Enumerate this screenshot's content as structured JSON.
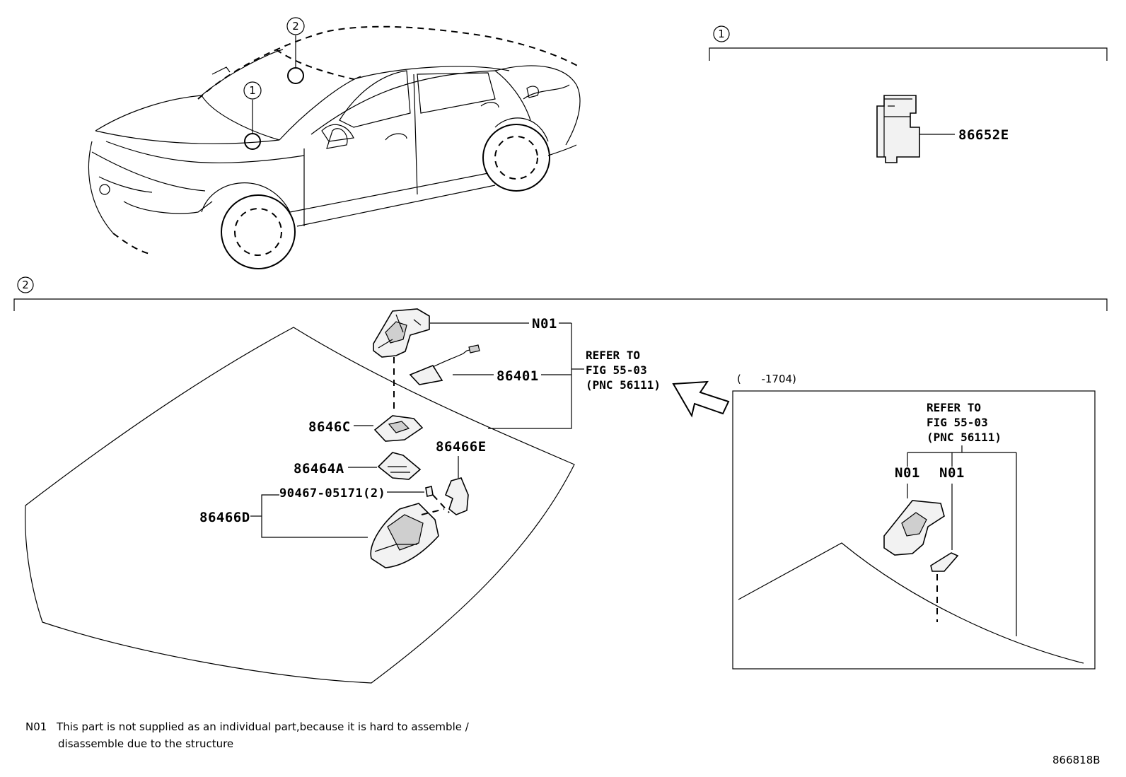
{
  "callouts": {
    "c1": "1",
    "c2": "2"
  },
  "sections": {
    "one": {
      "index": "1",
      "part": "86652E"
    },
    "two": {
      "index": "2"
    }
  },
  "parts": {
    "n01_top": "N01",
    "p86401": "86401",
    "p8646C": "8646C",
    "p86464A": "86464A",
    "p86466E": "86466E",
    "p90467": "90467-05171(2)",
    "p86466D": "86466D"
  },
  "refer": {
    "line1": "REFER TO",
    "line2": "FIG 55-03",
    "line3": "(PNC 56111)"
  },
  "inset": {
    "range": "(      -1704)",
    "refer_line1": "REFER TO",
    "refer_line2": "FIG 55-03",
    "refer_line3": "(PNC 56111)",
    "n01_a": "N01",
    "n01_b": "N01"
  },
  "footnote": {
    "code": "N01",
    "line1": "This part is not supplied as an individual part,because it is hard to assemble /",
    "line2": "disassemble due to the structure"
  },
  "illustration_id": "866818B"
}
